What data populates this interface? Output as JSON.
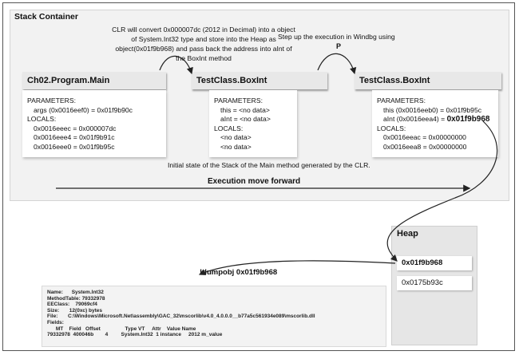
{
  "container": {
    "title": "Stack Container"
  },
  "notes": {
    "clr": "CLR will convert 0x000007dc (2012 in Decimal) into a object of System.Int32 type and store into the Heap as object(0x01f9b968) and pass back the address into aInt of the BoxInt method",
    "windbg": "Step up the execution in Windbg using",
    "p": "P"
  },
  "boxes": {
    "main": {
      "title": "Ch02.Program.Main",
      "params_label": "PARAMETERS:",
      "params": [
        "args (0x0016eef0) = 0x01f9b90c"
      ],
      "locals_label": "LOCALS:",
      "locals": [
        "0x0016eeec = 0x000007dc",
        "0x0016eee4 = 0x01f9b91c",
        "0x0016eee0 = 0x01f9b95c"
      ]
    },
    "boxint1": {
      "title": "TestClass.BoxInt",
      "params_label": "PARAMETERS:",
      "params": [
        "this = <no data>",
        "aInt = <no data>"
      ],
      "locals_label": "LOCALS:",
      "locals": [
        "<no data>",
        "<no data>"
      ]
    },
    "boxint2": {
      "title": "TestClass.BoxInt",
      "params_label": "PARAMETERS:",
      "param1": "this (0x0016eeb0) = 0x01f9b95c",
      "param2_prefix": "aInt (0x0016eea4) = ",
      "param2_value": "0x01f9b968",
      "locals_label": "LOCALS:",
      "locals": [
        "0x0016eeac = 0x00000000",
        "0x0016eea8 = 0x00000000"
      ]
    }
  },
  "caption": "Initial state of the Stack of the Main method generated by the CLR.",
  "execution_label": "Execution move forward",
  "heap": {
    "title": "Heap",
    "items": [
      "0x01f9b968",
      "0x0175b93c"
    ]
  },
  "dump_command": "!dumpobj 0x01f9b968",
  "windbg_output": [
    "Name:      System.Int32",
    "MethodTable: 79332978",
    "EEClass:    79069cf4",
    "Size:       12(0xc) bytes",
    "File:       C:\\Windows\\Microsoft.Net\\assembly\\GAC_32\\mscorlib\\v4.0_4.0.0.0__b77a5c561934e089\\mscorlib.dll",
    "Fields:",
    "      MT    Field   Offset                 Type VT     Attr    Value Name",
    "79332978  400046b        4         System.Int32  1 instance     2012 m_value"
  ],
  "colors": {
    "container_bg": "#f2f2f2",
    "box_head": "#e8e8e8",
    "heap_bg": "#e6e6e6"
  }
}
